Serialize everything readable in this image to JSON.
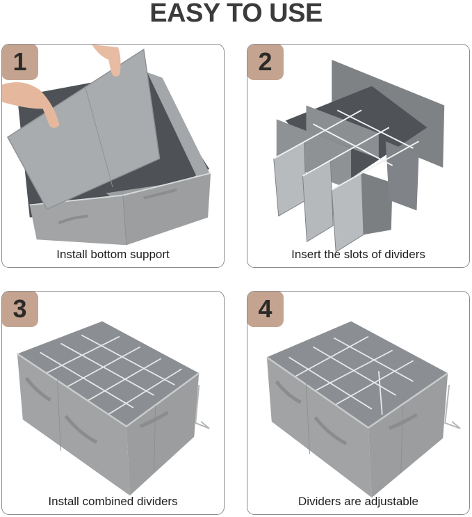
{
  "header": {
    "title": "EASY TO USE"
  },
  "colors": {
    "badge": "#c4a490",
    "title": "#3b3b3b",
    "panel_border": "#8a8a8a",
    "product_gray": "#9a9c9e"
  },
  "steps": [
    {
      "number": "1",
      "caption": "Install bottom support",
      "image": "hands-inserting-bottom-board-into-gray-box"
    },
    {
      "number": "2",
      "caption": "Insert the slots of dividers",
      "image": "interlocking-gray-divider-panels-grid"
    },
    {
      "number": "3",
      "caption": "Install combined dividers",
      "image": "gray-storage-box-with-16-compartments"
    },
    {
      "number": "4",
      "caption": "Dividers are adjustable",
      "image": "gray-storage-box-with-adjusted-compartments"
    }
  ]
}
